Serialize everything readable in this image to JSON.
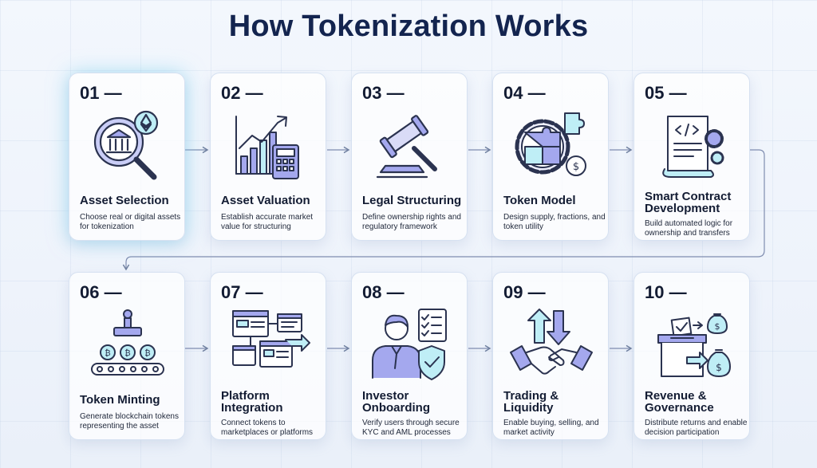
{
  "title": "How Tokenization Works",
  "colors": {
    "navy": "#13244f",
    "outline": "#2b3350",
    "purple": "#a4a8ee",
    "teal": "#7fd8e6"
  },
  "steps": [
    {
      "num": "01 —",
      "title": "Asset Selection",
      "desc": "Choose real or digital assets for tokenization",
      "icon": "magnifier-bank-icon"
    },
    {
      "num": "02 —",
      "title": "Asset Valuation",
      "desc": "Establish accurate market value for structuring",
      "icon": "chart-calculator-icon"
    },
    {
      "num": "03 —",
      "title": "Legal Structuring",
      "desc": "Define ownership rights and regulatory framework",
      "icon": "gavel-icon"
    },
    {
      "num": "04 —",
      "title": "Token Model",
      "desc": "Design supply, fractions, and token utility",
      "icon": "puzzle-gear-icon"
    },
    {
      "num": "05 —",
      "title": "Smart Contract Development",
      "desc": "Build automated logic for ownership and transfers",
      "icon": "contract-code-icon"
    },
    {
      "num": "06 —",
      "title": "Token Minting",
      "desc": "Generate blockchain tokens representing the asset",
      "icon": "stamp-coins-icon"
    },
    {
      "num": "07 —",
      "title": "Platform Integration",
      "desc": "Connect tokens to marketplaces or platforms",
      "icon": "browser-windows-icon"
    },
    {
      "num": "08 —",
      "title": "Investor Onboarding",
      "desc": "Verify users through secure KYC and AML processes",
      "icon": "investor-shield-icon"
    },
    {
      "num": "09 —",
      "title": "Trading & Liquidity",
      "desc": "Enable buying, selling, and market activity",
      "icon": "handshake-arrows-icon"
    },
    {
      "num": "10 —",
      "title": "Revenue & Governance",
      "desc": "Distribute returns and enable decision participation",
      "icon": "ballot-money-icon"
    }
  ]
}
